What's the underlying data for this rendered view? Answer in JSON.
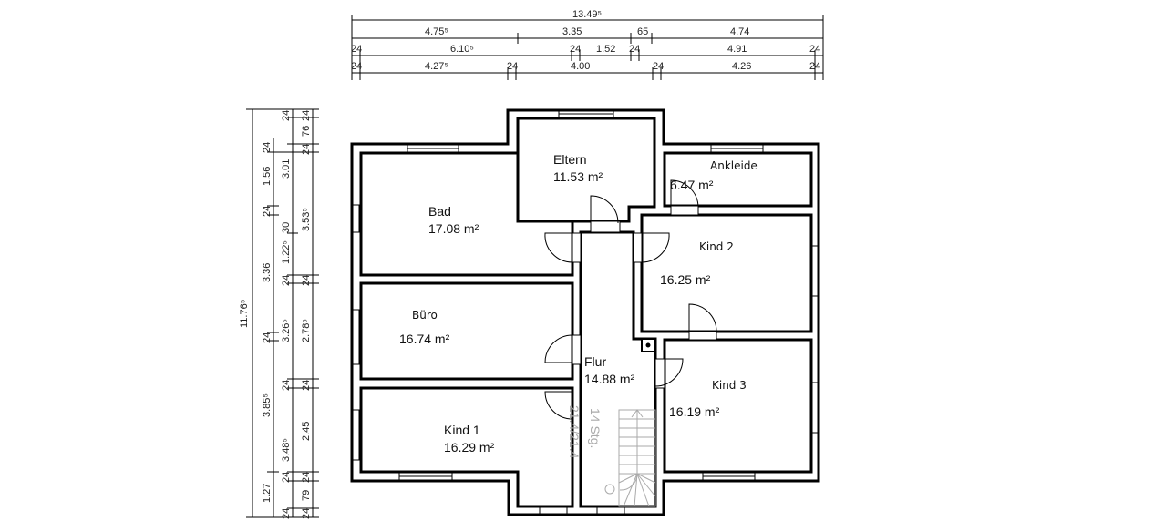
{
  "dimensions_top": {
    "row1": [
      "13.49⁵"
    ],
    "row2": [
      "4.75⁵",
      "3.35",
      "65",
      "4.74"
    ],
    "row3": [
      "24",
      "6.10⁵",
      "24",
      "1.52",
      "24",
      "4.91",
      "24"
    ],
    "row4": [
      "24",
      "4.27⁵",
      "24",
      "4.00",
      "24",
      "4.26",
      "24"
    ]
  },
  "dimensions_left": {
    "col1": [
      "11.76⁵"
    ],
    "col2": [
      "24",
      "1.56",
      "24",
      "3.36",
      "24",
      "3.85⁵",
      "1.27"
    ],
    "col3": [
      "24",
      "3.01",
      "30",
      "1.22⁵",
      "24",
      "3.26⁵",
      "24",
      "3.48⁵",
      "24",
      "24"
    ],
    "col4": [
      "24",
      "76",
      "24",
      "3.53⁵",
      "24",
      "2.78⁵",
      "24",
      "2.45",
      "24",
      "79",
      "24"
    ]
  },
  "rooms": {
    "bad": {
      "name": "Bad",
      "area": "17.08 m²"
    },
    "eltern": {
      "name": "Eltern",
      "area": "11.53 m²"
    },
    "ankleide": {
      "name": "Ankleide",
      "area": "6.47 m²"
    },
    "kind2": {
      "name": "Kind 2",
      "area": "16.25 m²"
    },
    "buero": {
      "name": "Büro",
      "area": "16.74 m²"
    },
    "flur": {
      "name": "Flur",
      "area": "14.88 m²"
    },
    "kind3": {
      "name": "Kind 3",
      "area": "16.19 m²"
    },
    "kind1": {
      "name": "Kind 1",
      "area": "16.29 m²"
    }
  },
  "stairs": {
    "steps": "14 Stg.",
    "ratio": "21.4/21.4"
  }
}
